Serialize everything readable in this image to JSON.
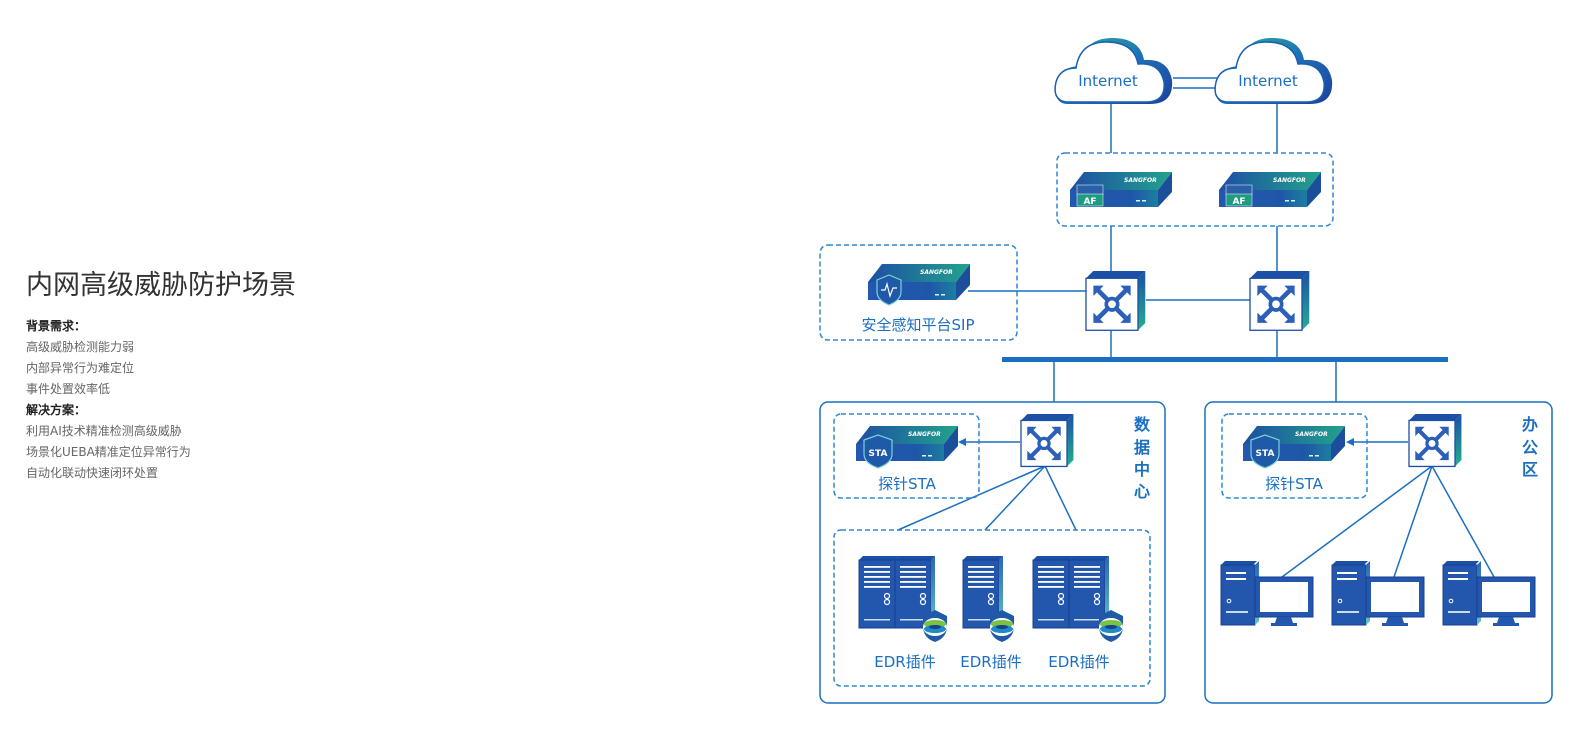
{
  "title": "内网高级威胁防护场景",
  "background": {
    "heading": "背景需求：",
    "items": [
      "高级威胁检测能力弱",
      "内部异常行为难定位",
      "事件处置效率低"
    ]
  },
  "solution": {
    "heading": "解决方案：",
    "items": [
      "利用AI技术精准检测高级威胁",
      "场景化UEBA精准定位异常行为",
      "自动化联动快速闭环处置"
    ]
  },
  "diagram": {
    "clouds": [
      "Internet",
      "Internet"
    ],
    "firewalls": [
      {
        "badge": "AF",
        "brand": "SANGFOR"
      },
      {
        "badge": "AF",
        "brand": "SANGFOR"
      }
    ],
    "sip": {
      "label": "安全感知平台SIP",
      "brand": "SANGFOR"
    },
    "zones": [
      {
        "name": "数据中心",
        "chars": [
          "数",
          "据",
          "中",
          "心"
        ],
        "probe": {
          "badge": "STA",
          "label": "探针STA",
          "brand": "SANGFOR"
        },
        "servers": [
          "EDR插件",
          "EDR插件",
          "EDR插件"
        ]
      },
      {
        "name": "办公区",
        "chars": [
          "办",
          "公",
          "区"
        ],
        "probe": {
          "badge": "STA",
          "label": "探针STA",
          "brand": "SANGFOR"
        },
        "pcs": 3
      }
    ],
    "colors": {
      "primary": "#1a6fc0",
      "dark": "#1f4fa8",
      "teal": "#1fae8a",
      "dash": "#2e86cf"
    }
  }
}
